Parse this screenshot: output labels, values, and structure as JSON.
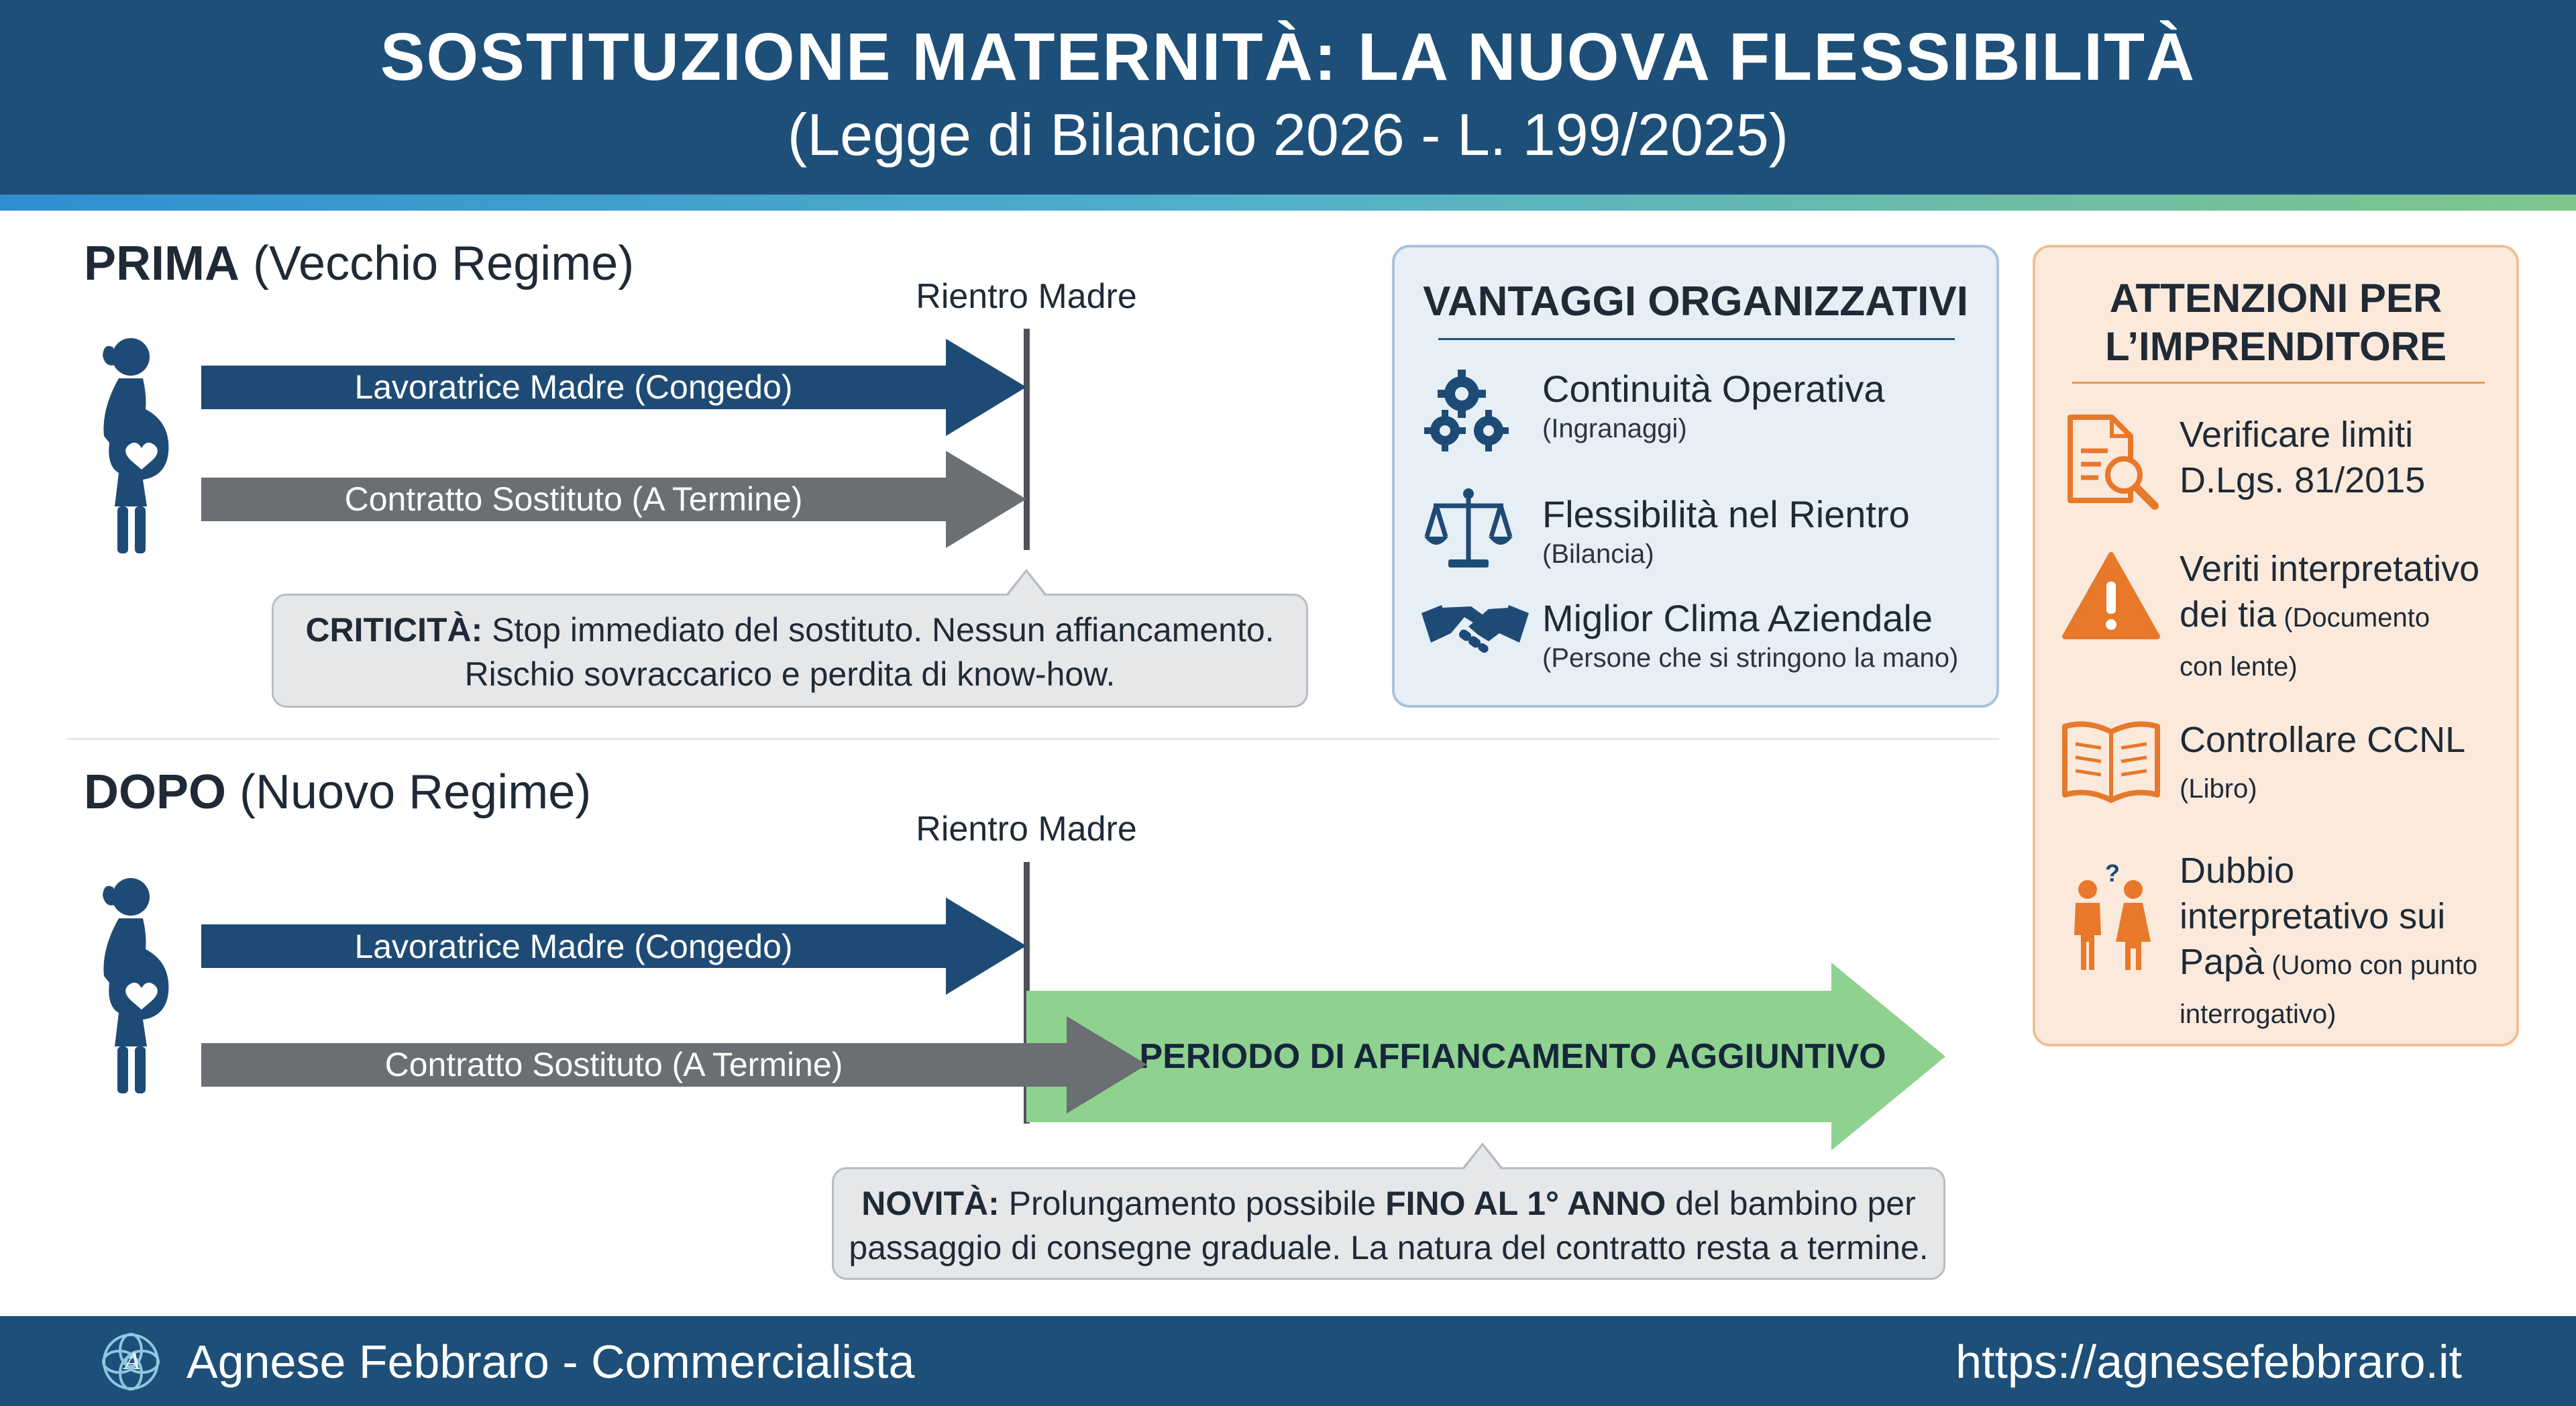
{
  "header": {
    "title": "SOSTITUZIONE MATERNITÀ: LA NUOVA FLESSIBILITÀ",
    "subtitle": "(Legge di Bilancio 2026 - L. 199/2025)"
  },
  "prima": {
    "heading_bold": "PRIMA",
    "heading_rest": " (Vecchio Regime)",
    "marker_label": "Rientro Madre",
    "arrow_mother": "Lavoratrice Madre (Congedo)",
    "arrow_substitute": "Contratto Sostituto (A Termine)",
    "callout_bold": "CRITICITÀ:",
    "callout_line1": " Stop immediato del sostituto. Nessun affiancamento.",
    "callout_line2": "Rischio sovraccarico e perdita di know-how."
  },
  "dopo": {
    "heading_bold": "DOPO",
    "heading_rest": " (Nuovo Regime)",
    "marker_label": "Rientro Madre",
    "arrow_mother": "Lavoratrice Madre (Congedo)",
    "arrow_substitute": "Contratto Sostituto (A Termine)",
    "arrow_extension": "PERIODO DI AFFIANCAMENTO AGGIUNTIVO",
    "callout_bold1": "NOVITÀ:",
    "callout_text1": " Prolungamento possibile ",
    "callout_bold2": "FINO AL 1° ANNO",
    "callout_text2": " del bambino per",
    "callout_line2": "passaggio di consegne graduale. La natura del contratto resta a termine."
  },
  "vantaggi": {
    "title": "VANTAGGI ORGANIZZATIVI",
    "items": [
      {
        "label": "Continuità Operativa",
        "sub": "(Ingranaggi)",
        "icon": "gears-icon"
      },
      {
        "label": "Flessibilità nel Rientro",
        "sub": "(Bilancia)",
        "icon": "scale-icon"
      },
      {
        "label": "Miglior Clima Aziendale",
        "sub": "(Persone che si stringono la mano)",
        "icon": "handshake-icon"
      }
    ]
  },
  "attenzioni": {
    "title_line1": "ATTENZIONI PER",
    "title_line2": "L’IMPRENDITORE",
    "items": [
      {
        "line1": "Verificare limiti",
        "line2": "D.Lgs. 81/2015",
        "icon": "document-search-icon"
      },
      {
        "line1": "Veriti interpretativo",
        "line2": "dei tia",
        "line2_small": " (Documento",
        "line3_small": "con lente)",
        "icon": "warning-icon"
      },
      {
        "line1": "Controllare CCNL",
        "line2_small": "(Libro)",
        "icon": "book-icon"
      },
      {
        "line1": "Dubbio",
        "line2": "interpretativo sui",
        "line3": "Papà",
        "line3_small": " (Uomo con punto",
        "line4_small": "interrogativo)",
        "icon": "people-question-icon"
      }
    ]
  },
  "footer": {
    "name": "Agnese Febbraro - Commercialista",
    "url": "https://agnesefebbraro.it"
  },
  "colors": {
    "navy": "#1d4f79",
    "timeline_blue": "#1e4b75",
    "timeline_gray": "#6b6e72",
    "extension_green": "#8fd18f",
    "warning_orange": "#e8782a"
  }
}
